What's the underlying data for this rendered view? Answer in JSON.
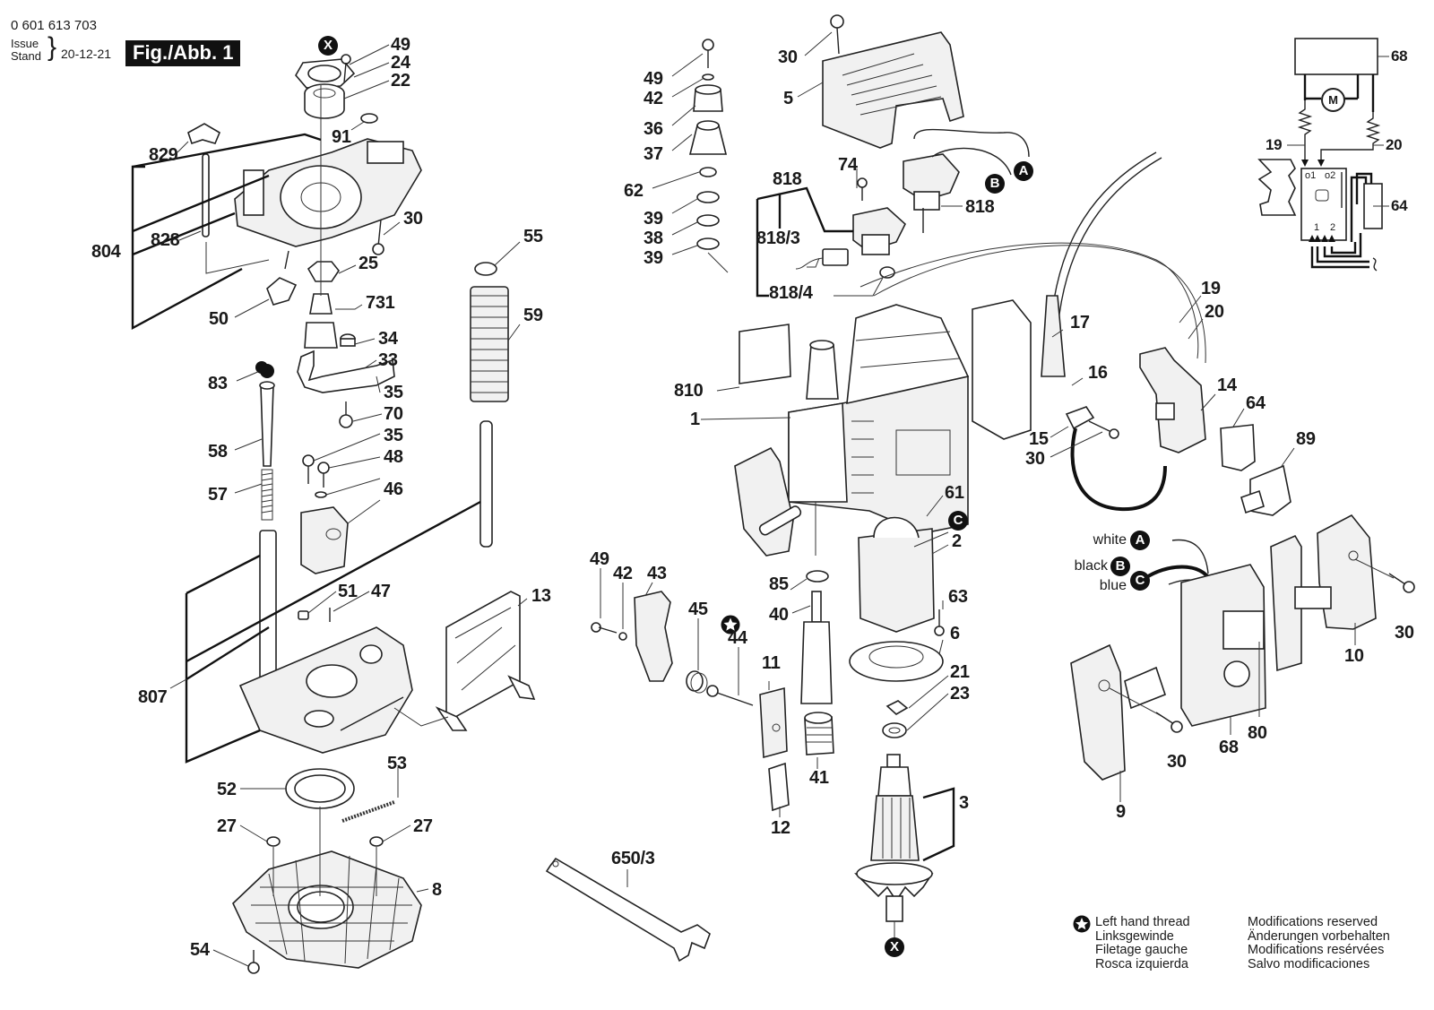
{
  "header": {
    "part_number": "0 601 613 703",
    "issue_label_1": "Issue",
    "issue_label_2": "Stand",
    "issue_date": "20-12-21",
    "figure_title": "Fig./Abb. 1"
  },
  "badges": {
    "x": "X",
    "a": "A",
    "b": "B",
    "c": "C"
  },
  "wire_colors": {
    "white": "white",
    "black": "black",
    "blue": "blue"
  },
  "part_labels": {
    "p49_top": "49",
    "p24": "24",
    "p22": "22",
    "p91": "91",
    "p829": "829",
    "p804": "804",
    "p828": "828",
    "p30_base": "30",
    "p25": "25",
    "p50": "50",
    "p731": "731",
    "p34": "34",
    "p33": "33",
    "p35_a": "35",
    "p70": "70",
    "p35_b": "35",
    "p48": "48",
    "p46": "46",
    "p83": "83",
    "p58": "58",
    "p57": "57",
    "p55": "55",
    "p59": "59",
    "p51": "51",
    "p47": "47",
    "p807": "807",
    "p13": "13",
    "p52": "52",
    "p53": "53",
    "p27_l": "27",
    "p27_r": "27",
    "p8": "8",
    "p54": "54",
    "p49_knob": "49",
    "p42_knob": "42",
    "p36": "36",
    "p37": "37",
    "p62": "62",
    "p39_a": "39",
    "p38": "38",
    "p39_b": "39",
    "p30_cap": "30",
    "p5": "5",
    "p74": "74",
    "p818_a": "818",
    "p818_b": "818",
    "p818_3": "818/3",
    "p818_4": "818/4",
    "p810": "810",
    "p1": "1",
    "p17": "17",
    "p16": "16",
    "p15": "15",
    "p30_clamp": "30",
    "p19": "19",
    "p20": "20",
    "p14": "14",
    "p64": "64",
    "p89": "89",
    "p61": "61",
    "p2": "2",
    "p63": "63",
    "p6": "6",
    "p21": "21",
    "p23": "23",
    "p3": "3",
    "p85": "85",
    "p40": "40",
    "p41": "41",
    "p11": "11",
    "p12": "12",
    "p49_lock": "49",
    "p42_lock": "42",
    "p43": "43",
    "p45": "45",
    "p44": "44",
    "p650_3": "650/3",
    "p30_handle_r": "30",
    "p10": "10",
    "p68": "68",
    "p80": "80",
    "p30_handle_l": "30",
    "p9": "9"
  },
  "schematic": {
    "motor_symbol": "M",
    "label_68": "68",
    "label_19": "19",
    "label_20": "20",
    "label_64": "64",
    "terminal_1": "o1",
    "terminal_2": "o2",
    "pin_1": "1",
    "pin_2": "2"
  },
  "legend": {
    "left_thread": [
      "Left hand thread",
      "Linksgewinde",
      "Filetage gauche",
      "Rosca izquierda"
    ],
    "modifications": [
      "Modifications reserved",
      "Änderungen vorbehalten",
      "Modifications resérvées",
      "Salvo modificaciones"
    ]
  }
}
